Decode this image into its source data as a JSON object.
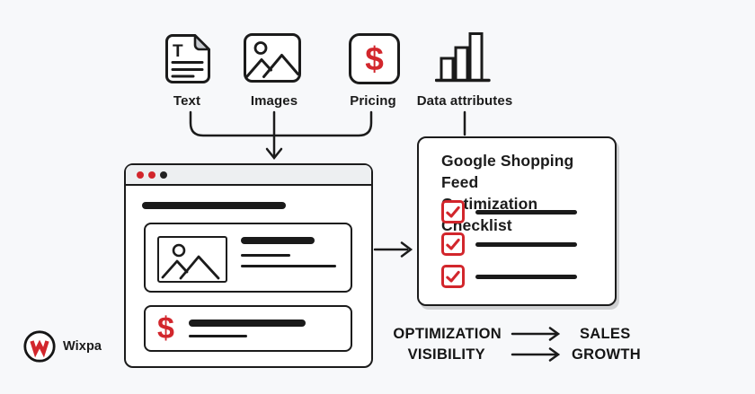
{
  "canvas": {
    "bg": "#f7f8fa"
  },
  "palette": {
    "ink": "#1b1b1b",
    "red": "#d2262c",
    "titlebar_bg": "#edeff1",
    "fold_gray": "#c9ccd1",
    "window_dots": [
      "#d2262c",
      "#d2262c",
      "#222222"
    ]
  },
  "feed_inputs": {
    "items": [
      {
        "label": "Text",
        "icon": "document-text-icon"
      },
      {
        "label": "Images",
        "icon": "image-icon"
      },
      {
        "label": "Pricing",
        "icon": "dollar-sign-icon",
        "symbol": "$"
      },
      {
        "label": "Data attributes",
        "icon": "bar-chart-icon"
      }
    ]
  },
  "browser_mockup": {
    "window_dots": [
      "red",
      "red",
      "black"
    ],
    "price_symbol": "$"
  },
  "checklist_card": {
    "title_line1": "Google Shopping Feed",
    "title_line2": "Optimization Checklist",
    "items_checked": 3
  },
  "outcomes": {
    "rows": [
      {
        "from": "OPTIMIZATION",
        "to": "SALES"
      },
      {
        "from": "VISIBILITY",
        "to": "GROWTH"
      }
    ]
  },
  "brand": {
    "name": "Wixpa"
  }
}
